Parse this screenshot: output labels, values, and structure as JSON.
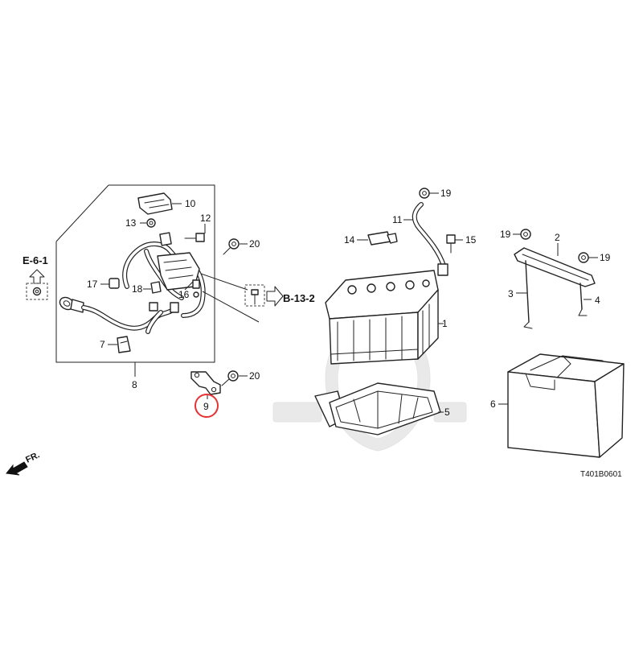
{
  "diagram": {
    "callouts": {
      "c1": "1",
      "c2": "2",
      "c3": "3",
      "c4": "4",
      "c5": "5",
      "c6": "6",
      "c7": "7",
      "c8": "8",
      "c9": "9",
      "c10": "10",
      "c11": "11",
      "c12": "12",
      "c13": "13",
      "c14": "14",
      "c15": "15",
      "c16": "16",
      "c17": "17",
      "c18": "18",
      "c19a": "19",
      "c19b": "19",
      "c19c": "19",
      "c20a": "20",
      "c20b": "20"
    },
    "references": {
      "left": "E-6-1",
      "right": "B-13-2"
    },
    "direction_label": "FR.",
    "diagram_code": "T401B0601",
    "highlight_color": "#e53333"
  }
}
